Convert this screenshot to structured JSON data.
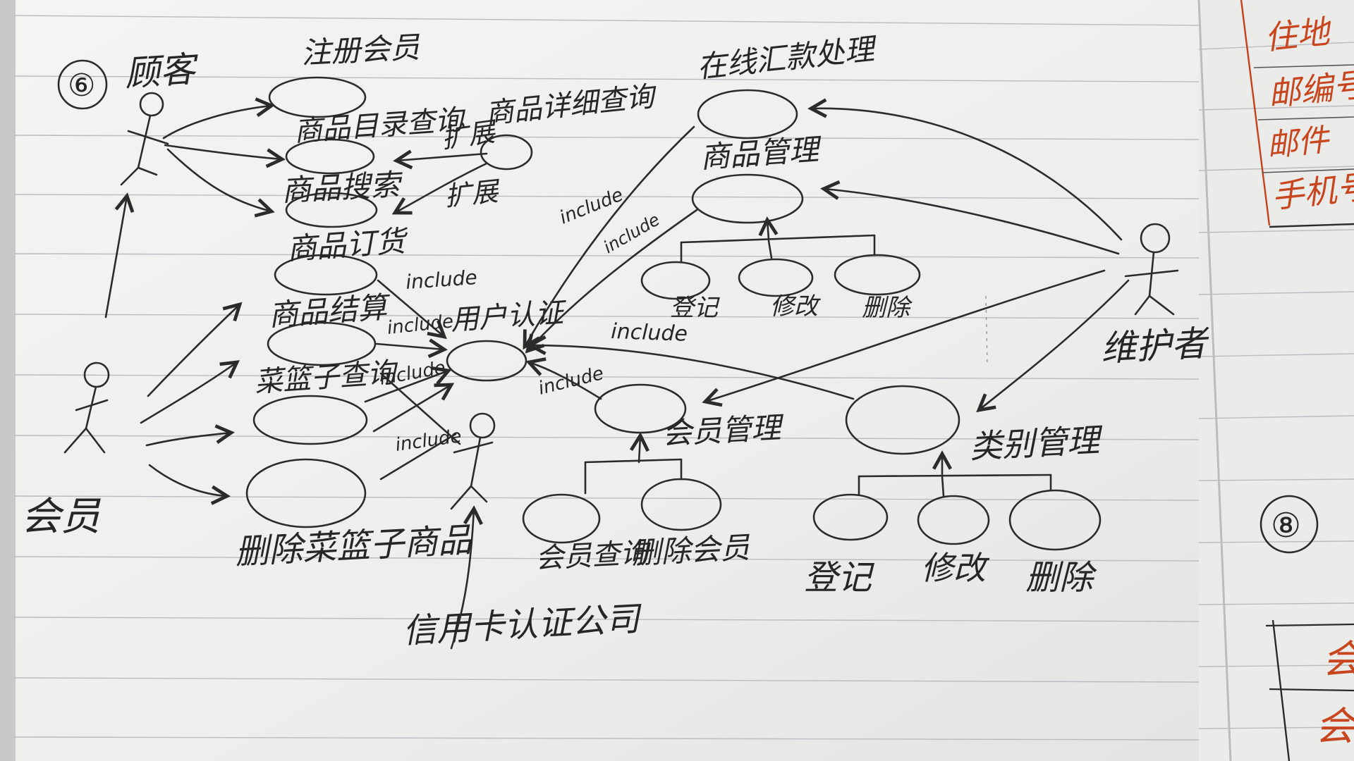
{
  "diagram": {
    "page_number": "⑥",
    "next_page_number": "⑧",
    "actors": {
      "customer": "顾客",
      "member": "会员",
      "credit_company": "信用卡认证公司",
      "maintainer": "维护者"
    },
    "use_cases": {
      "register_member": "注册会员",
      "catalog_query": "商品目录查询",
      "detail_query": "商品详细查询",
      "product_search": "商品搜索",
      "product_order": "商品订货",
      "product_checkout": "商品结算",
      "basket_query": "菜篮子查询",
      "delete_basket_item": "删除菜篮子商品",
      "user_auth": "用户认证",
      "online_payment": "在线汇款处理",
      "product_management": "商品管理",
      "member_management": "会员管理",
      "member_query": "会员查询",
      "delete_member": "删除会员",
      "category_management": "类别管理"
    },
    "sub_cases_product": [
      "登记",
      "修改",
      "删除"
    ],
    "sub_cases_category": [
      "登记",
      "修改",
      "删除"
    ],
    "relation_labels": {
      "extend_1": "扩展",
      "extend_2": "扩展",
      "include": "include"
    },
    "side_notes": [
      "住地",
      "邮编号码",
      "邮件",
      "手机号"
    ],
    "side_notes_bottom": [
      "会",
      "会"
    ]
  }
}
